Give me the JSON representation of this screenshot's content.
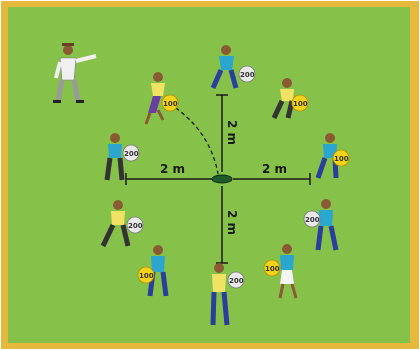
{
  "colors": {
    "field": "#86c24a",
    "border": "#e6b93c",
    "plate_yellow": "#f2d21a",
    "plate_white": "#e9e9e9",
    "shirt_blue": "#2aa6cf",
    "shirt_yellow": "#f2e264",
    "pants_blue": "#2a3f9b",
    "pants_dark": "#333333",
    "skin": "#8a5a32"
  },
  "measures": {
    "up": "2 m",
    "left": "2 m",
    "right": "2 m",
    "down": "2 m"
  },
  "players": [
    {
      "name": "player-top",
      "shirt": "blue",
      "pants": "blue",
      "plate": "200",
      "plate_color": "white"
    },
    {
      "name": "player-upper-left",
      "shirt": "yellow",
      "pants": "purple",
      "plate": "100",
      "plate_color": "yellow"
    },
    {
      "name": "player-upper-right",
      "shirt": "yellow",
      "pants": "dark",
      "plate": "100",
      "plate_color": "yellow"
    },
    {
      "name": "player-left",
      "shirt": "blue",
      "pants": "dark",
      "plate": "200",
      "plate_color": "white"
    },
    {
      "name": "player-right",
      "shirt": "blue",
      "pants": "blue",
      "plate": "100",
      "plate_color": "yellow"
    },
    {
      "name": "player-lower-left",
      "shirt": "yellow",
      "pants": "dark",
      "plate": "200",
      "plate_color": "white"
    },
    {
      "name": "player-lower-right",
      "shirt": "blue",
      "pants": "blue",
      "plate": "200",
      "plate_color": "white"
    },
    {
      "name": "player-bottom-left",
      "shirt": "blue",
      "pants": "blue",
      "plate": "100",
      "plate_color": "yellow"
    },
    {
      "name": "player-bottom",
      "shirt": "yellow",
      "pants": "blue",
      "plate": "200",
      "plate_color": "white"
    },
    {
      "name": "player-bottom-right",
      "shirt": "blue",
      "pants": "white",
      "plate": "100",
      "plate_color": "yellow"
    }
  ],
  "icons": {
    "referee": "referee-figure",
    "target": "center-target-disc"
  }
}
